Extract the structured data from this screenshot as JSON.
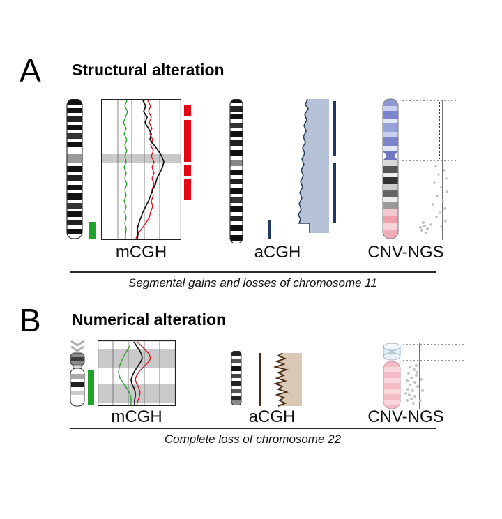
{
  "panel_a": {
    "label": "A",
    "title": "Structural alteration",
    "method_mcgh": "mCGH",
    "method_acgh": "aCGH",
    "method_cnv": "CNV-NGS",
    "caption": "Segmental gains and losses of chromosome 11"
  },
  "panel_b": {
    "label": "B",
    "title": "Numerical alteration",
    "method_mcgh": "mCGH",
    "method_acgh": "aCGH",
    "method_cnv": "CNV-NGS",
    "caption": "Complete loss of chromosome 22"
  },
  "colors": {
    "gain_loss_red": "#e30613",
    "marker_green": "#1fa32a",
    "acgh_blue_dark": "#1f3864",
    "acgh_blue_fill": "#b6c2d8",
    "acgh_brown_dark": "#4a2c12",
    "acgh_tan_fill": "#d9c8b4",
    "chromosome_lavender": "#8f97d3",
    "chromosome_pink": "#f4bcc4",
    "scatter_gray": "#bfbfbf",
    "plot_band_gray": "#c9c9c9"
  }
}
